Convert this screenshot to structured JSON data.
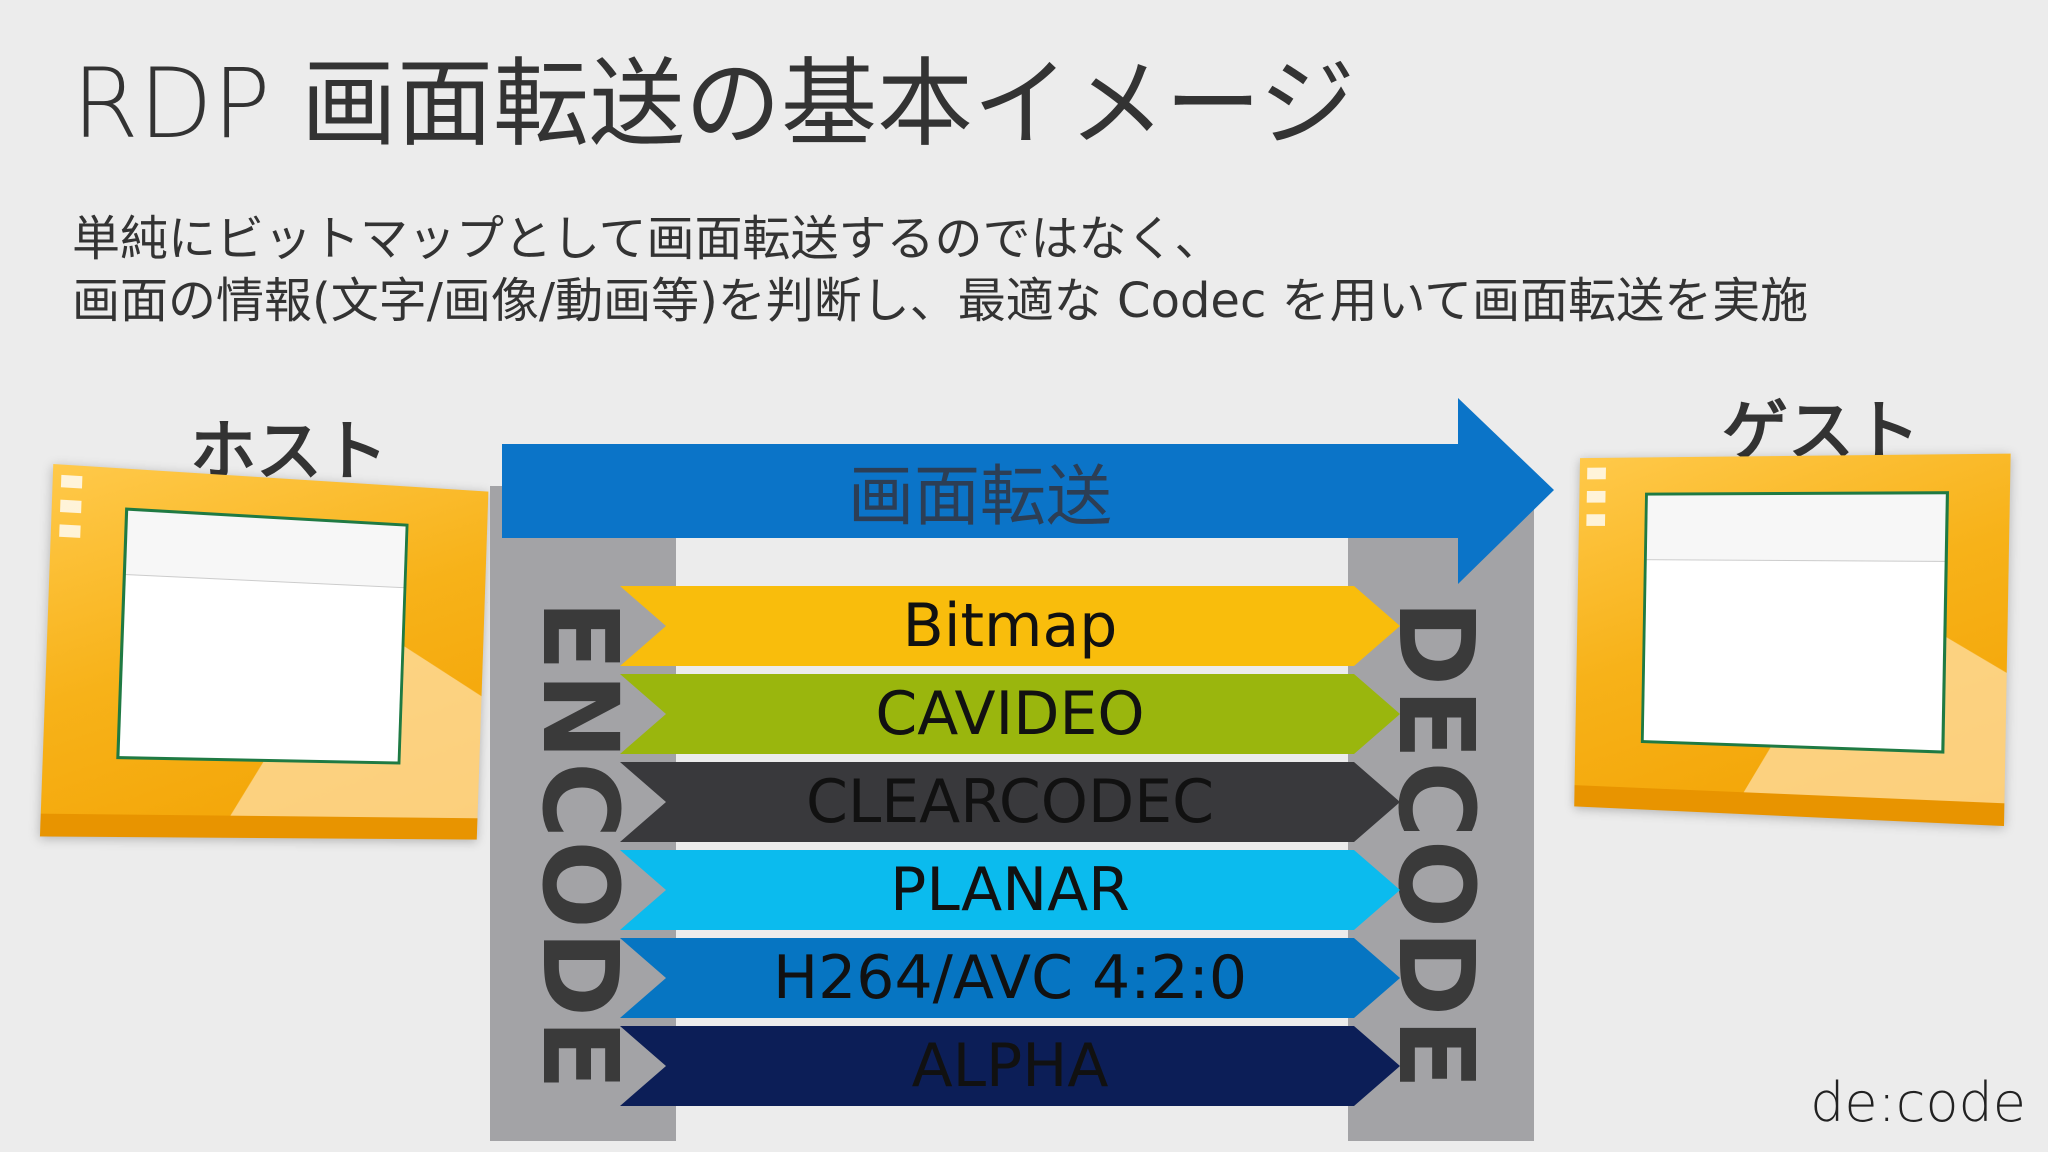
{
  "title": "RDP 画面転送の基本イメージ",
  "subtitle": {
    "line1": "単純にビットマップとして画面転送するのではなく、",
    "line2": "画面の情報(文字/画像/動画等)を判断し、最適な Codec を用いて画面転送を実施"
  },
  "host_label": "ホスト",
  "guest_label": "ゲスト",
  "transfer_arrow_label": "画面転送",
  "encode_label": "ENCODE",
  "decode_label": "DECODE",
  "codecs": [
    {
      "label": "Bitmap",
      "color": "#f9bd0c"
    },
    {
      "label": "CAVIDEO",
      "color": "#9ab60d"
    },
    {
      "label": "CLEARCODEC",
      "color": "#39393c"
    },
    {
      "label": "PLANAR",
      "color": "#0bbbee"
    },
    {
      "label": "H264/AVC 4:2:0",
      "color": "#0675c2"
    },
    {
      "label": "ALPHA",
      "color": "#0c1e57"
    }
  ],
  "colors": {
    "transfer_arrow": "#0b74c8",
    "side_blocks": "#a3a3a6",
    "background": "#ececec"
  },
  "logo": "de:code"
}
